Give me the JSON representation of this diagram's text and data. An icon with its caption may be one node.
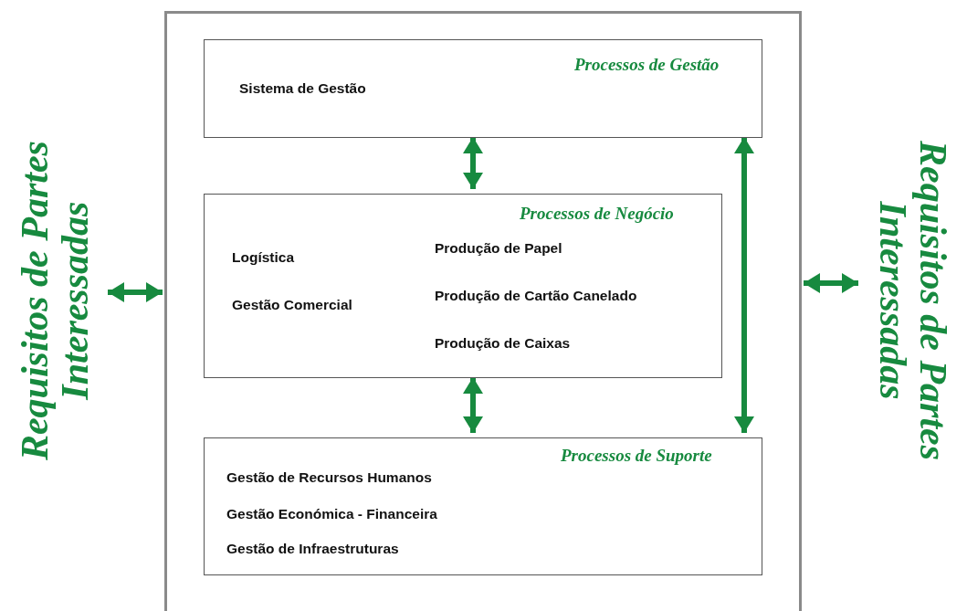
{
  "diagram": {
    "nodes": [
      {
        "text": [],
        "shape": "box"
      },
      {
        "text": [
          "Processos de Gestão",
          "Sistema de Gestão"
        ],
        "in": 0
      },
      {
        "text": [
          "Processos de Negócio",
          "Logística",
          "Gestão Comercial",
          "Produção de Papel",
          "Produção de Cartão Canelado",
          "Produção de Caixas"
        ],
        "in": 0
      },
      {
        "text": [
          "Processos de Suporte",
          "Gestão de Recursos Humanos",
          "Gestão Económica - Financeira",
          "Gestão de Infraestruturas"
        ],
        "in": 0
      },
      {
        "text": [
          "Requisitos de Partes Interessadas"
        ]
      },
      {
        "text": [
          "Requisitos de Partes Interessadas"
        ]
      }
    ],
    "edges": [
      {
        "from": 1,
        "to": 2,
        "arrow": "both"
      },
      {
        "from": 2,
        "to": 3,
        "arrow": "both"
      },
      {
        "from": 1,
        "to": 3,
        "arrow": "both"
      },
      {
        "from": 4,
        "to": 0,
        "arrow": "both"
      },
      {
        "from": 0,
        "to": 5,
        "arrow": "both"
      }
    ]
  }
}
